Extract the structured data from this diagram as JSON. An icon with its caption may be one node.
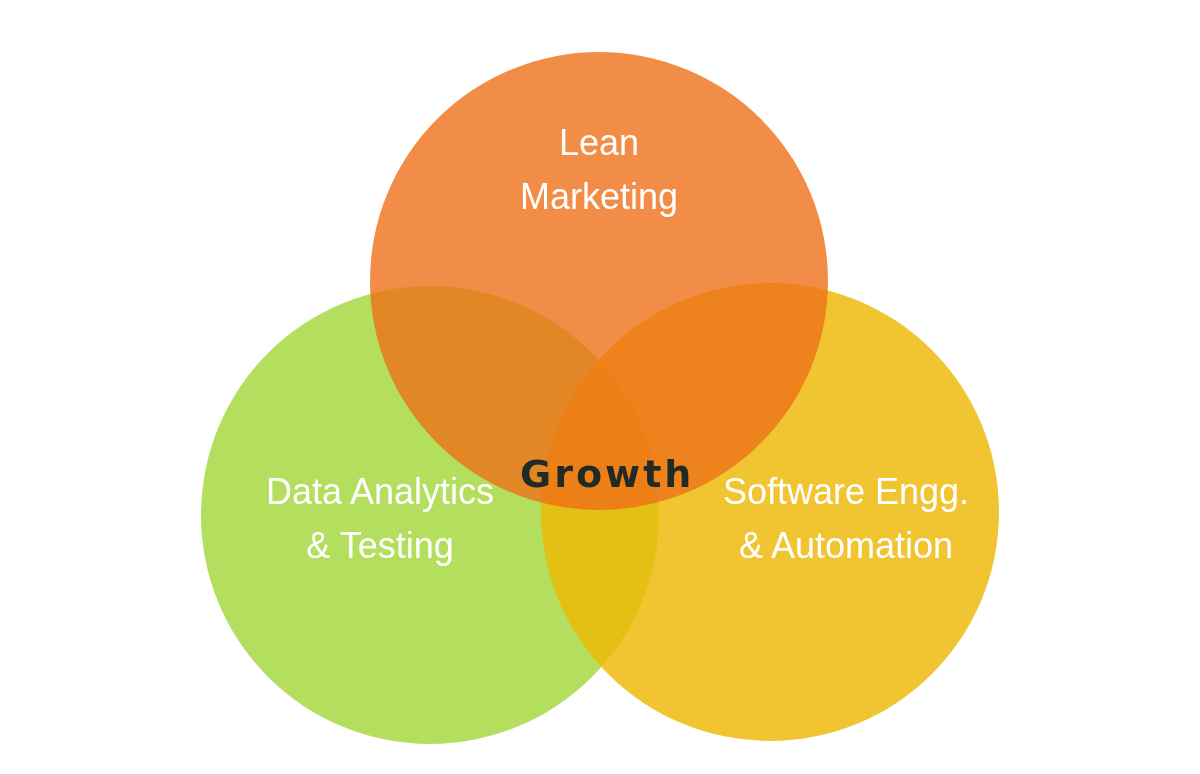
{
  "diagram": {
    "nodes": [
      {
        "text": [
          "Lean Marketing"
        ]
      },
      {
        "text": [
          "Data Analytics & Testing"
        ]
      },
      {
        "text": [
          "Software Engg. & Automation"
        ]
      }
    ],
    "labels": [
      "Growth"
    ]
  }
}
